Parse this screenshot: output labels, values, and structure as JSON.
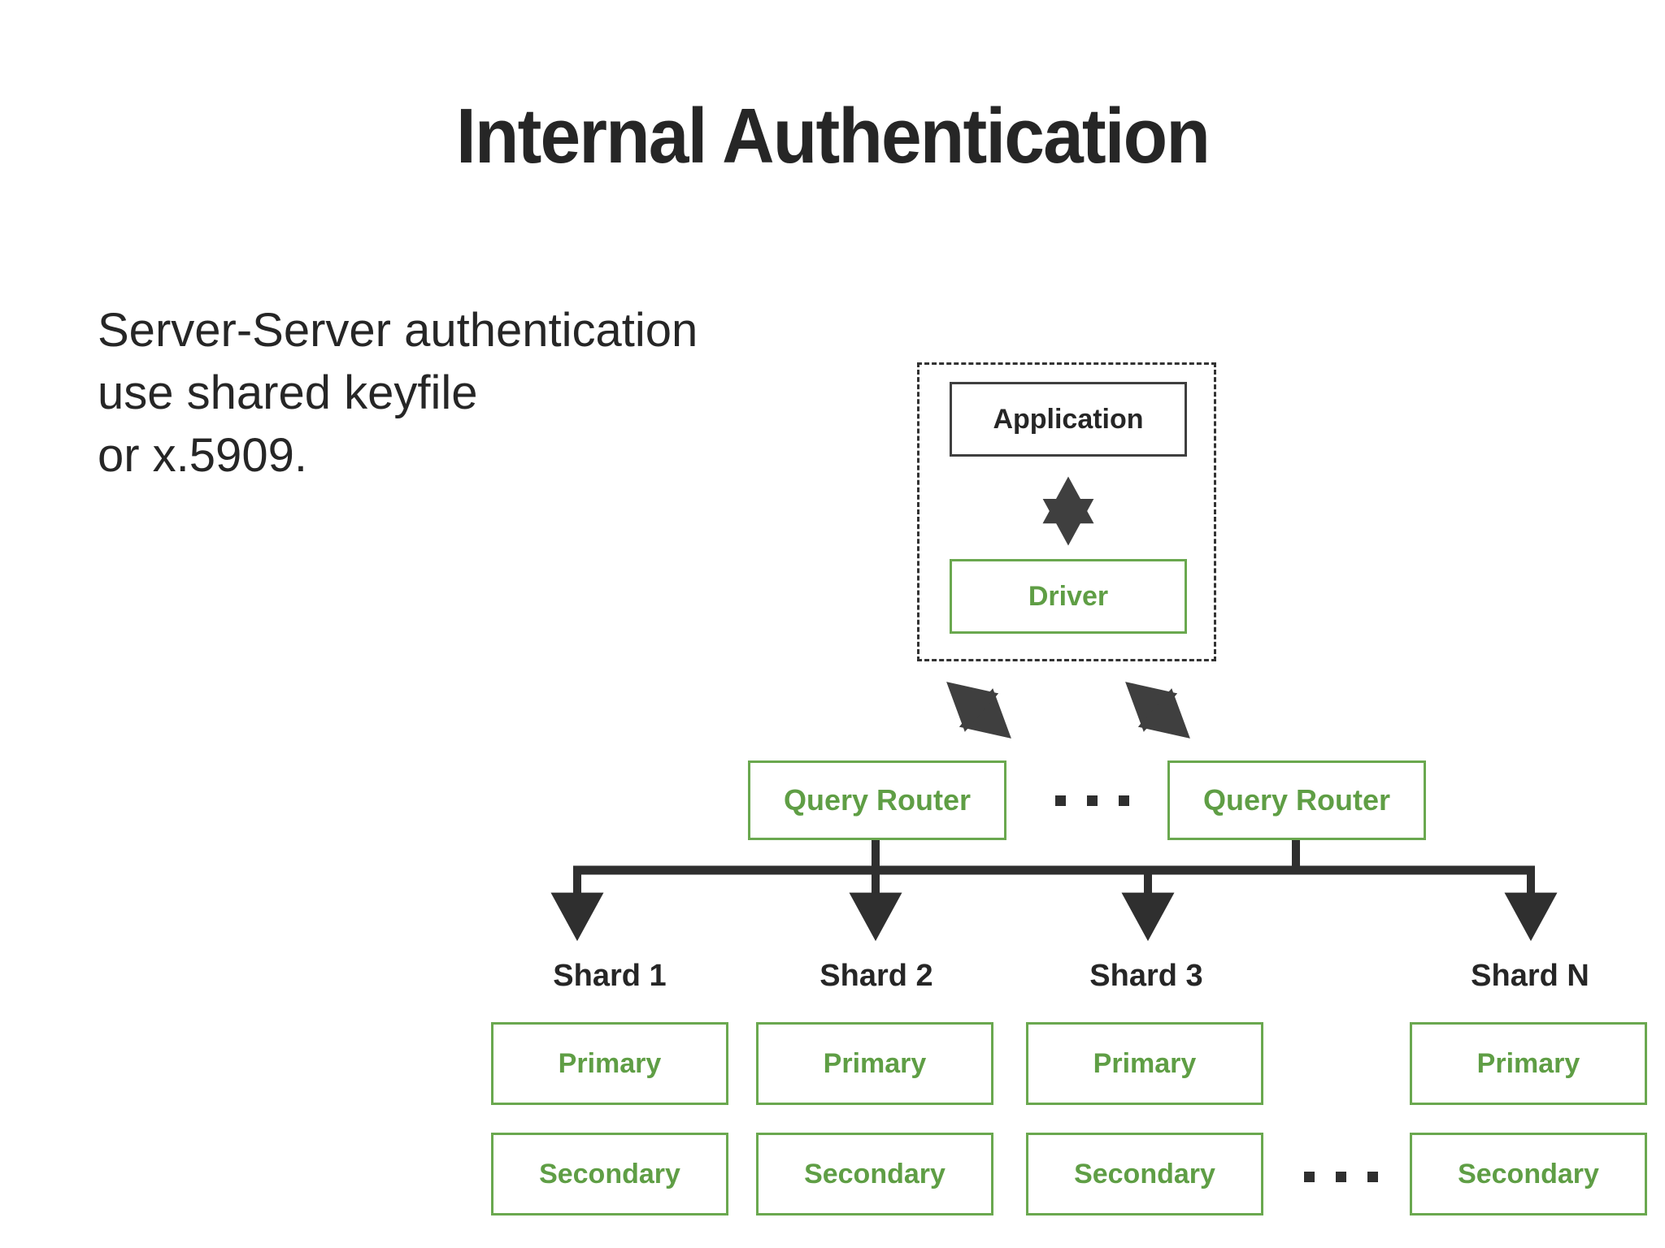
{
  "slide": {
    "title": "Internal Authentication",
    "body_lines": [
      "Server-Server authentication",
      "use shared keyfile",
      "or x.5909."
    ]
  },
  "colors": {
    "green": "#6aa84f",
    "green_text": "#5f9e45",
    "dark": "#262626",
    "line": "#2f2f2f",
    "dashed": "#333333",
    "background": "#ffffff"
  },
  "diagram": {
    "type": "architecture",
    "client_group": {
      "label": "client-application-group",
      "border_style": "dashed",
      "nodes": [
        {
          "id": "application",
          "label": "Application",
          "style": "dark"
        },
        {
          "id": "driver",
          "label": "Driver",
          "style": "green"
        }
      ],
      "connector": {
        "kind": "double-arrow-vertical",
        "from": "application",
        "to": "driver"
      }
    },
    "query_routers": {
      "nodes": [
        {
          "id": "query-router-1",
          "label": "Query Router",
          "style": "green"
        },
        {
          "id": "query-router-2",
          "label": "Query Router",
          "style": "green"
        }
      ],
      "ellipsis": "▪ ▪ ▪",
      "connectors": [
        {
          "kind": "double-arrow-diagonal",
          "from": "driver",
          "to": "query-router-1"
        },
        {
          "kind": "double-arrow-diagonal",
          "from": "driver",
          "to": "query-router-2"
        }
      ]
    },
    "shards": {
      "bus_label": "shard-distribution-bus",
      "columns": [
        {
          "label": "Shard 1",
          "primary": "Primary",
          "secondary": "Secondary"
        },
        {
          "label": "Shard 2",
          "primary": "Primary",
          "secondary": "Secondary"
        },
        {
          "label": "Shard 3",
          "primary": "Primary",
          "secondary": "Secondary"
        },
        {
          "label": "Shard N",
          "primary": "Primary",
          "secondary": "Secondary"
        }
      ],
      "ellipsis": "▪ ▪ ▪"
    }
  }
}
